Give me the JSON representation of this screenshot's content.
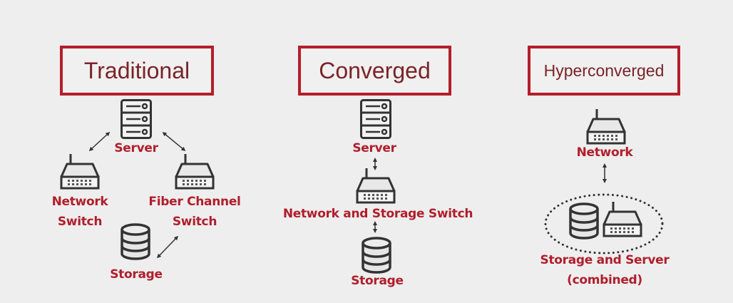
{
  "colors": {
    "accent_border": "#b41e2a",
    "title_text": "#7a2327",
    "label_text": "#b01e2c",
    "icon_stroke": "#333333",
    "icon_fill": "#e8e8e8",
    "background": "#eeeeee"
  },
  "columns": {
    "traditional": {
      "title": "Traditional",
      "server_label": "Server",
      "network_switch_label_1": "Network",
      "network_switch_label_2": "Switch",
      "fiber_switch_label_1": "Fiber Channel",
      "fiber_switch_label_2": "Switch",
      "storage_label": "Storage",
      "icons": [
        "server-icon",
        "network-switch-icon",
        "fiber-switch-icon",
        "storage-icon"
      ]
    },
    "converged": {
      "title": "Converged",
      "server_label": "Server",
      "switch_label": "Network and Storage Switch",
      "storage_label": "Storage",
      "icons": [
        "server-icon",
        "switch-icon",
        "storage-icon"
      ]
    },
    "hyperconverged": {
      "title": "Hyperconverged",
      "network_label": "Network",
      "combined_label_1": "Storage and Server",
      "combined_label_2": "(combined)",
      "icons": [
        "network-icon",
        "storage-icon",
        "server-icon"
      ]
    }
  }
}
